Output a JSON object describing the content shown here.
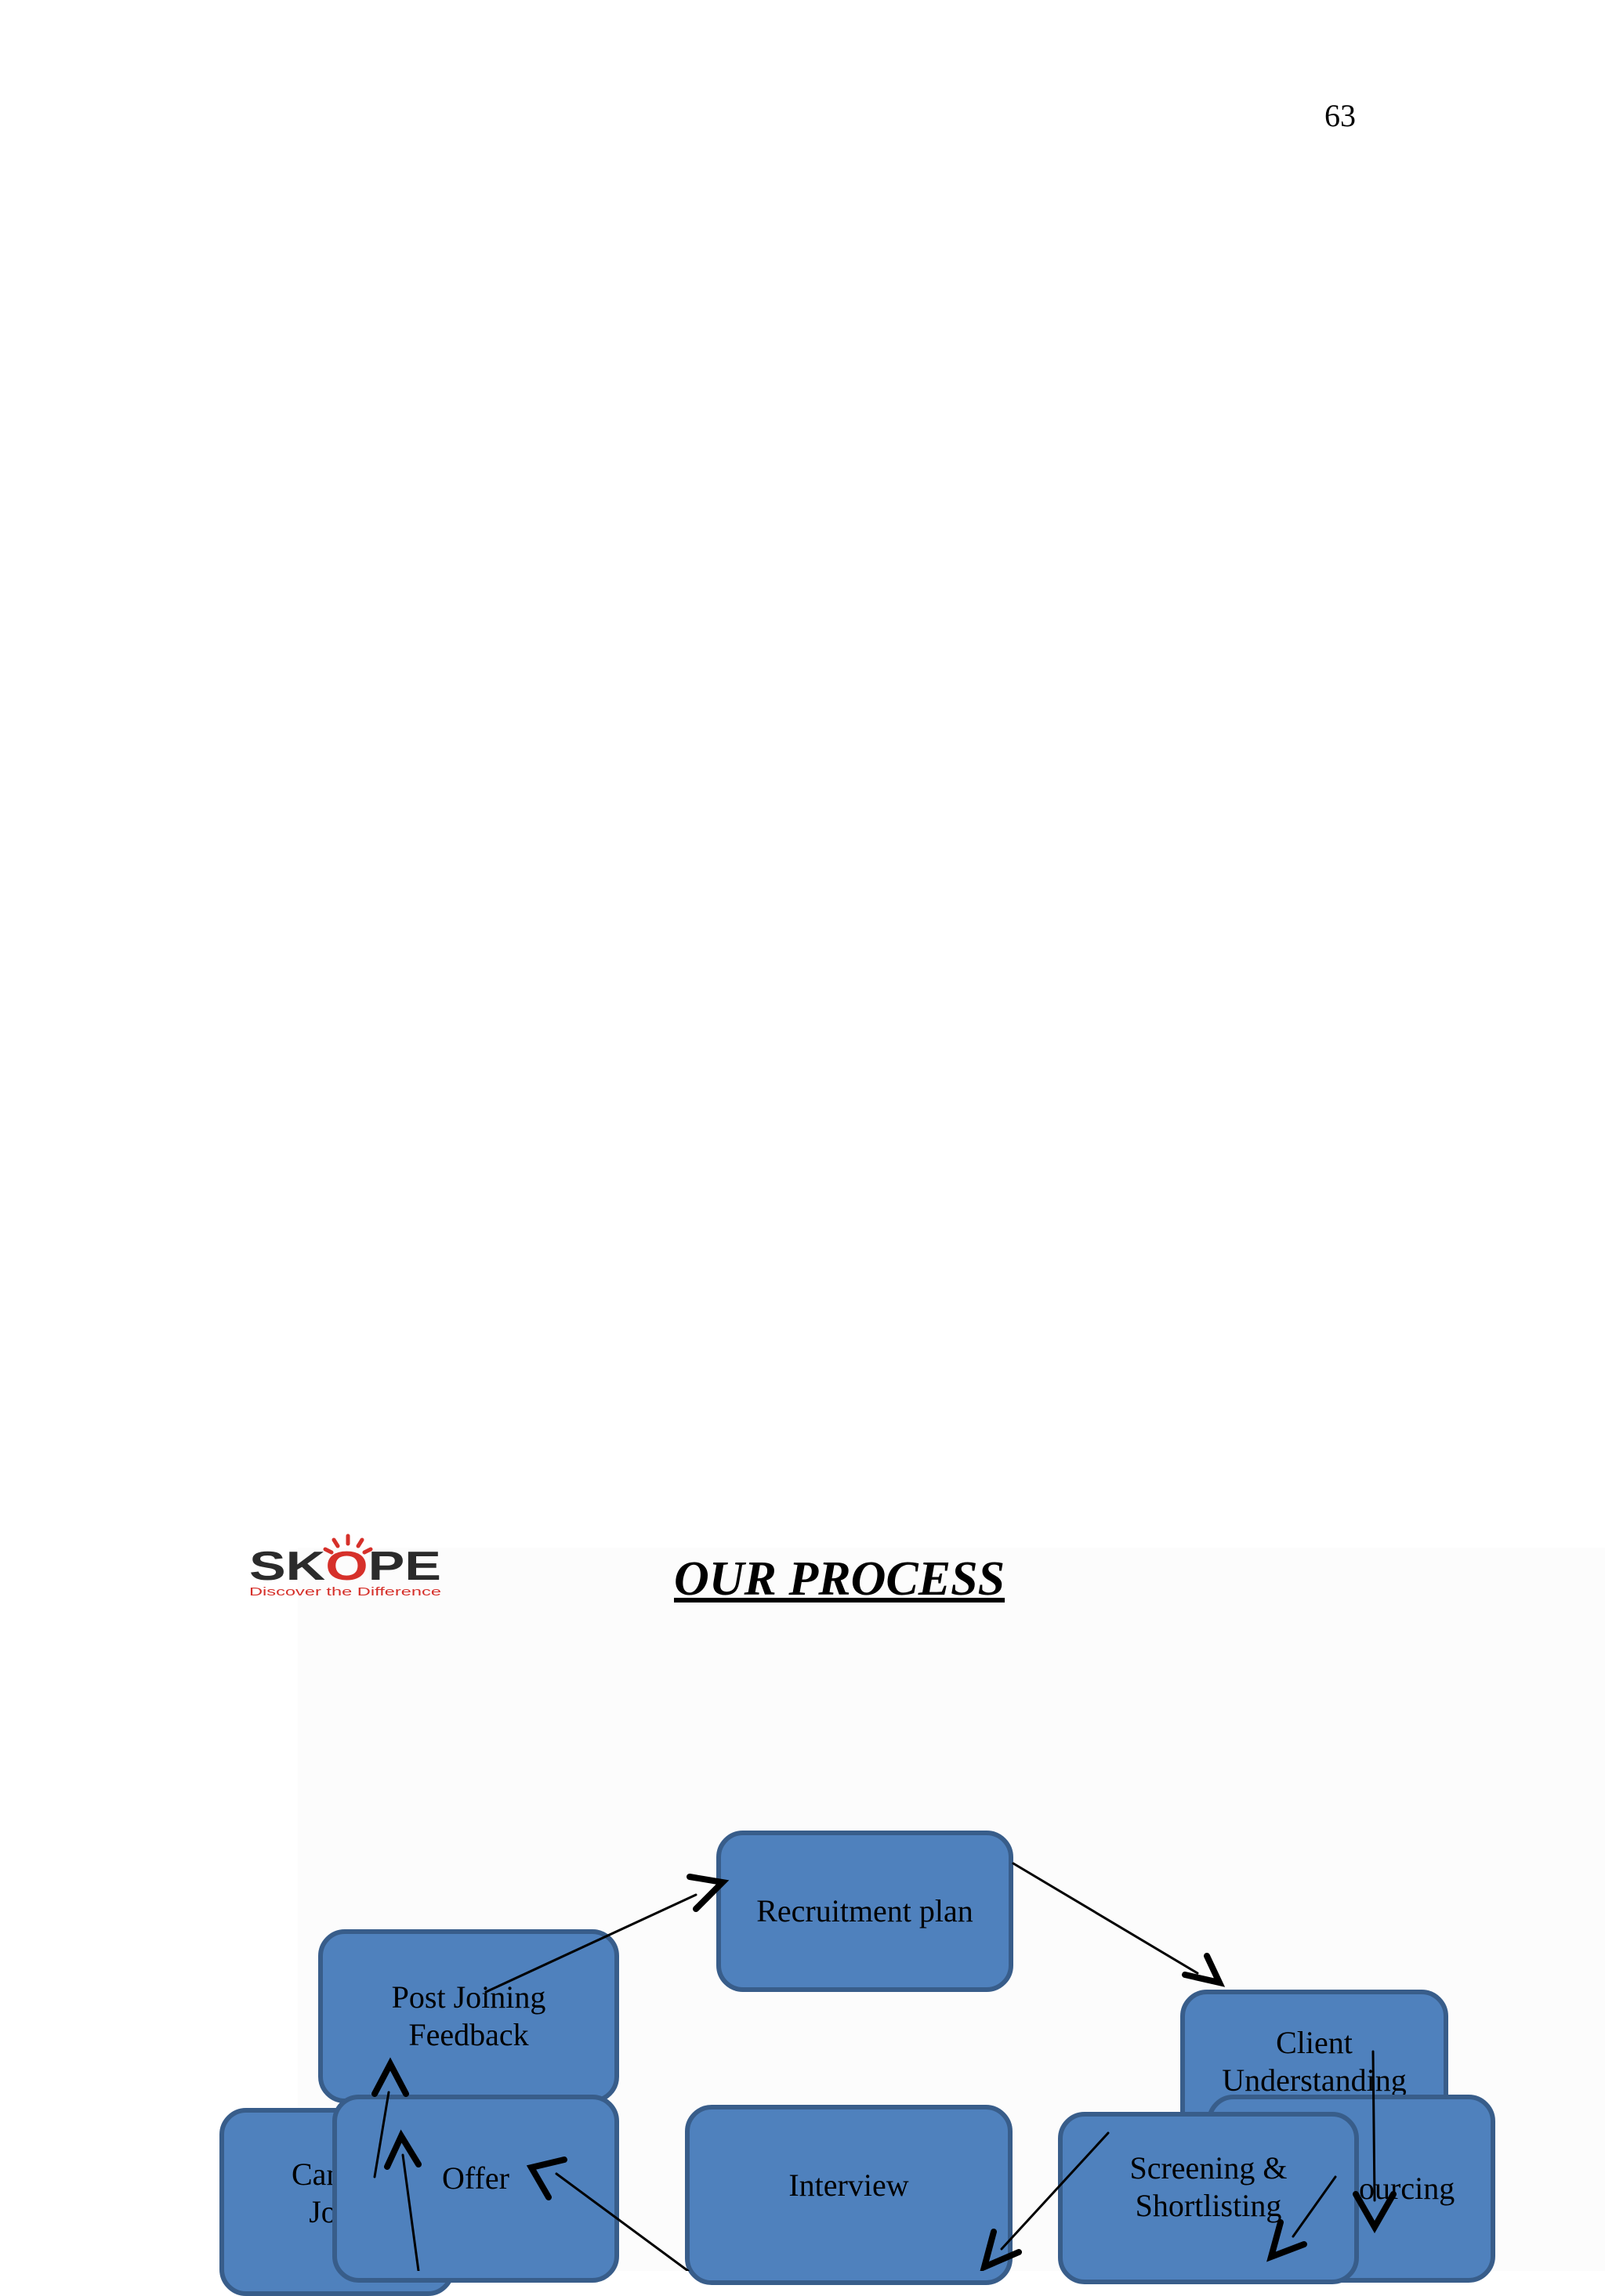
{
  "page_number": "63",
  "logo": {
    "brand": "SKOPE",
    "tagline": "Discover the Difference"
  },
  "heading": "OUR PROCESS",
  "colors": {
    "box_fill": "#4f81bd",
    "box_border": "#385d8a",
    "logo_dark": "#2b2b2b",
    "logo_red": "#d6302a"
  },
  "diagram": {
    "recruitment_plan": "Recruitment plan",
    "client_understanding_line1": "Client",
    "client_understanding_line2": "Understanding",
    "sourcing": "Sourcing",
    "screening_line1": "Screening &",
    "screening_line2": "Shortlisting",
    "interview": "Interview",
    "offer": "Offer",
    "candidate_joining_line1": "Candidate",
    "candidate_joining_line2": "Joining",
    "post_joining_line1": "Post Joining",
    "post_joining_line2": "Feedback"
  }
}
